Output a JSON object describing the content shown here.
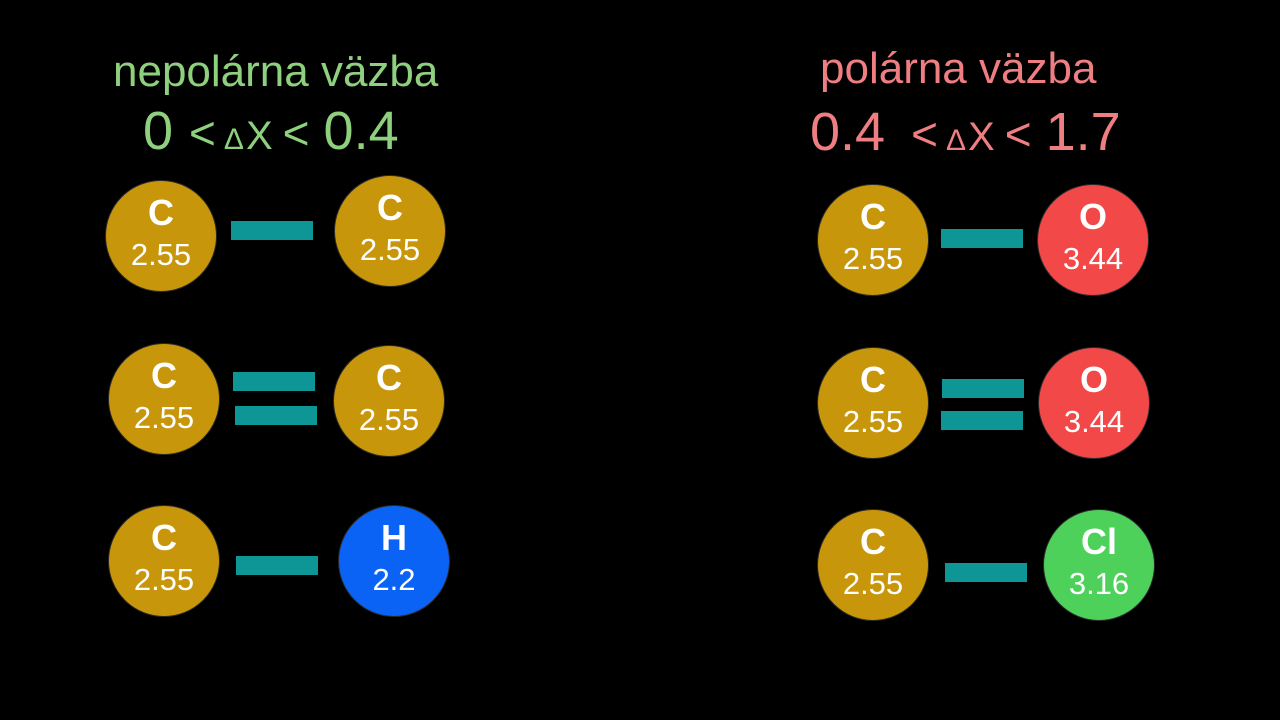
{
  "colors": {
    "background": "#000000",
    "nonpolar_text": "#8fd07e",
    "polar_text": "#ef7e82",
    "carbon": "#c8960a",
    "oxygen": "#f24848",
    "hydrogen": "#0b63f6",
    "chlorine": "#4ed15a",
    "bond": "#0e9696"
  },
  "nonpolar": {
    "title": "nepolárna väzba",
    "range": {
      "low": "0",
      "lt1": "<",
      "delta": "Δ",
      "chi": "X",
      "lt2": "<",
      "high": "0.4"
    },
    "bonds": [
      {
        "order": "single",
        "a": {
          "symbol": "C",
          "en": "2.55",
          "color": "carbon"
        },
        "b": {
          "symbol": "C",
          "en": "2.55",
          "color": "carbon"
        }
      },
      {
        "order": "double",
        "a": {
          "symbol": "C",
          "en": "2.55",
          "color": "carbon"
        },
        "b": {
          "symbol": "C",
          "en": "2.55",
          "color": "carbon"
        }
      },
      {
        "order": "single",
        "a": {
          "symbol": "C",
          "en": "2.55",
          "color": "carbon"
        },
        "b": {
          "symbol": "H",
          "en": "2.2",
          "color": "hydrogen"
        }
      }
    ]
  },
  "polar": {
    "title": "polárna väzba",
    "range": {
      "low": "0.4",
      "lt1": "<",
      "delta": "Δ",
      "chi": "X",
      "lt2": "<",
      "high": "1.7"
    },
    "bonds": [
      {
        "order": "single",
        "a": {
          "symbol": "C",
          "en": "2.55",
          "color": "carbon"
        },
        "b": {
          "symbol": "O",
          "en": "3.44",
          "color": "oxygen"
        }
      },
      {
        "order": "double",
        "a": {
          "symbol": "C",
          "en": "2.55",
          "color": "carbon"
        },
        "b": {
          "symbol": "O",
          "en": "3.44",
          "color": "oxygen"
        }
      },
      {
        "order": "single",
        "a": {
          "symbol": "C",
          "en": "2.55",
          "color": "carbon"
        },
        "b": {
          "symbol": "Cl",
          "en": "3.16",
          "color": "chlorine"
        }
      }
    ]
  }
}
